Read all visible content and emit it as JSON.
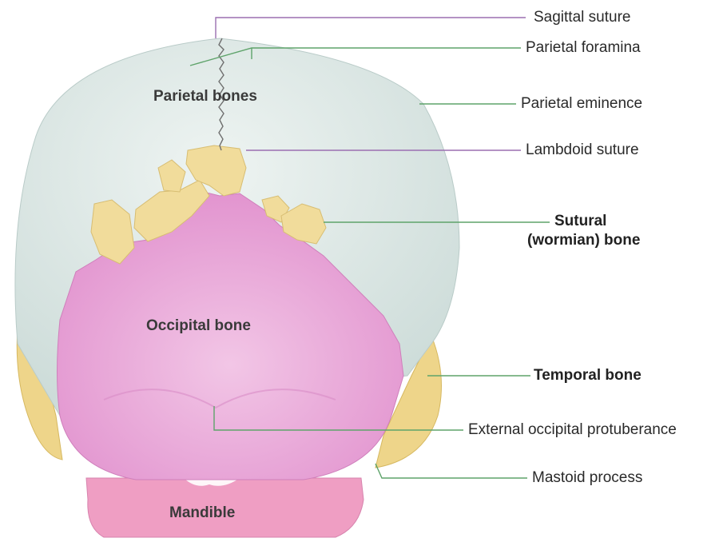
{
  "labels": {
    "sagittal_suture": "Sagittal suture",
    "parietal_foramina": "Parietal foramina",
    "parietal_eminence": "Parietal eminence",
    "lambdoid_suture": "Lambdoid suture",
    "sutural_line1": "Sutural",
    "sutural_line2": "(wormian) bone",
    "temporal_bone": "Temporal bone",
    "external_occipital_protuberance": "External occipital protuberance",
    "mastoid_process": "Mastoid process"
  },
  "regions": {
    "parietal_bones": "Parietal bones",
    "occipital_bone": "Occipital bone",
    "mandible": "Mandible"
  },
  "colors": {
    "parietal": "#d9e6e4",
    "occipital": "#e8a9d9",
    "sutural": "#f1dc9b",
    "temporal": "#eed58a",
    "mandible": "#ef9ec3",
    "leader_purple": "#9b6fb1",
    "leader_green": "#5ea36a"
  }
}
